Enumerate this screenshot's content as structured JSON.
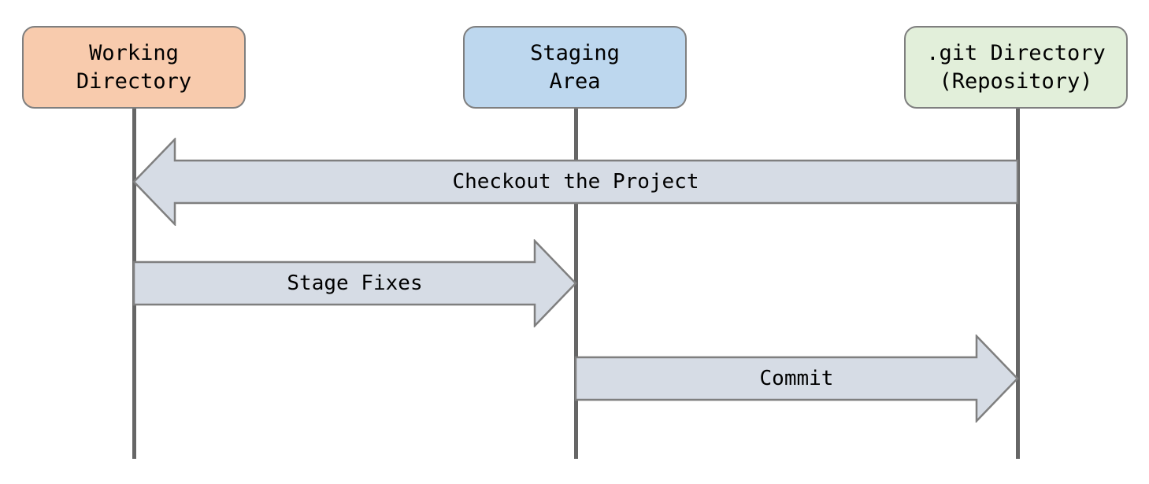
{
  "diagram": {
    "type": "sequence-diagram",
    "topic": "Git workflow between working directory, staging area and repository",
    "actors": [
      {
        "id": "working-directory",
        "line1": "Working",
        "line2": "Directory",
        "fill": "#F8CBAD"
      },
      {
        "id": "staging-area",
        "line1": "Staging",
        "line2": "Area",
        "fill": "#BDD7EE"
      },
      {
        "id": "git-directory",
        "line1": ".git Directory",
        "line2": "(Repository)",
        "fill": "#E2EFDA"
      }
    ],
    "messages": [
      {
        "label": "Checkout the Project",
        "from": "git-directory",
        "to": "working-directory",
        "direction": "left"
      },
      {
        "label": "Stage Fixes",
        "from": "working-directory",
        "to": "staging-area",
        "direction": "right"
      },
      {
        "label": "Commit",
        "from": "staging-area",
        "to": "git-directory",
        "direction": "right"
      }
    ],
    "colors": {
      "arrow_fill": "#D6DCE5",
      "arrow_border": "#7F7F7F",
      "box_border": "#7F7F7F",
      "lifeline": "#666666",
      "text": "#000000",
      "background": "#FFFFFF"
    }
  }
}
